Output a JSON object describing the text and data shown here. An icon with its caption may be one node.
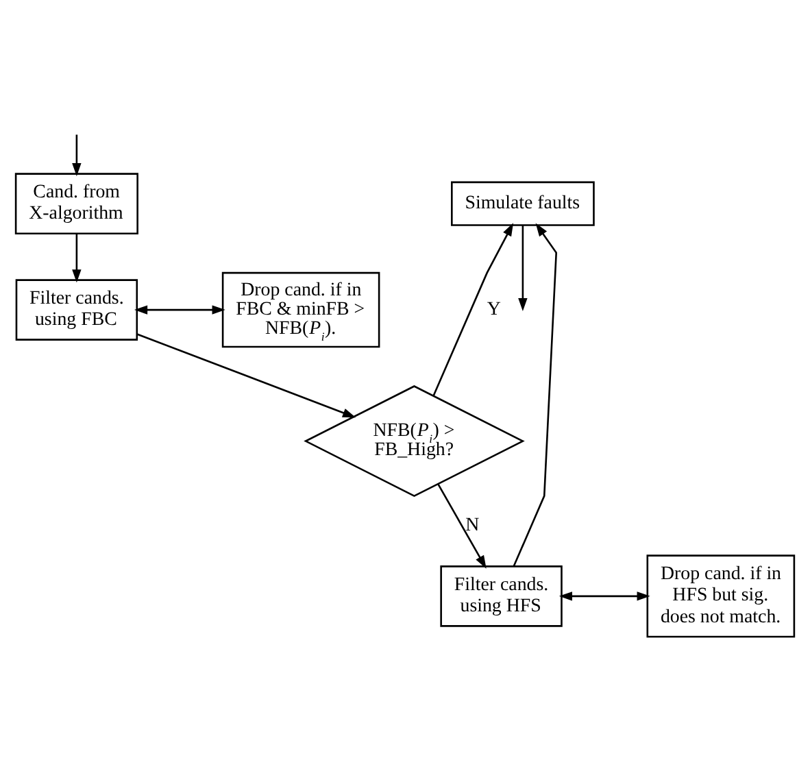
{
  "diagram": {
    "nodes": [
      {
        "text": [
          "Cand. from X-algorithm"
        ]
      },
      {
        "text": [
          "Simulate faults"
        ]
      },
      {
        "text": [
          "Filter cands. using FBC"
        ]
      },
      {
        "text": [
          "Drop cand. if in FBC & minFB > NFB(*P*$_{i}$)."
        ]
      },
      {
        "text": [
          "NFB(*P*$_{i}$) > FB_High?"
        ]
      },
      {
        "text": [
          "Filter cands. using HFS"
        ]
      },
      {
        "text": [
          "Drop cand. if in HFS but sig. does not match."
        ]
      }
    ],
    "edges": [
      {
        "from": null,
        "to": 0,
        "arrow": "to"
      },
      {
        "from": 0,
        "to": 2,
        "arrow": "to"
      },
      {
        "from": 2,
        "to": 3,
        "arrow": "both"
      },
      {
        "from": 2,
        "to": 4,
        "arrow": "to"
      },
      {
        "from": 4,
        "to": 1,
        "arrow": "to",
        "label": "Y"
      },
      {
        "from": 4,
        "to": 5,
        "arrow": "to",
        "label": "N"
      },
      {
        "from": 5,
        "to": 6,
        "arrow": "both"
      },
      {
        "from": 5,
        "to": 1,
        "arrow": "to"
      },
      {
        "from": 1,
        "to": null,
        "arrow": "to"
      }
    ]
  }
}
